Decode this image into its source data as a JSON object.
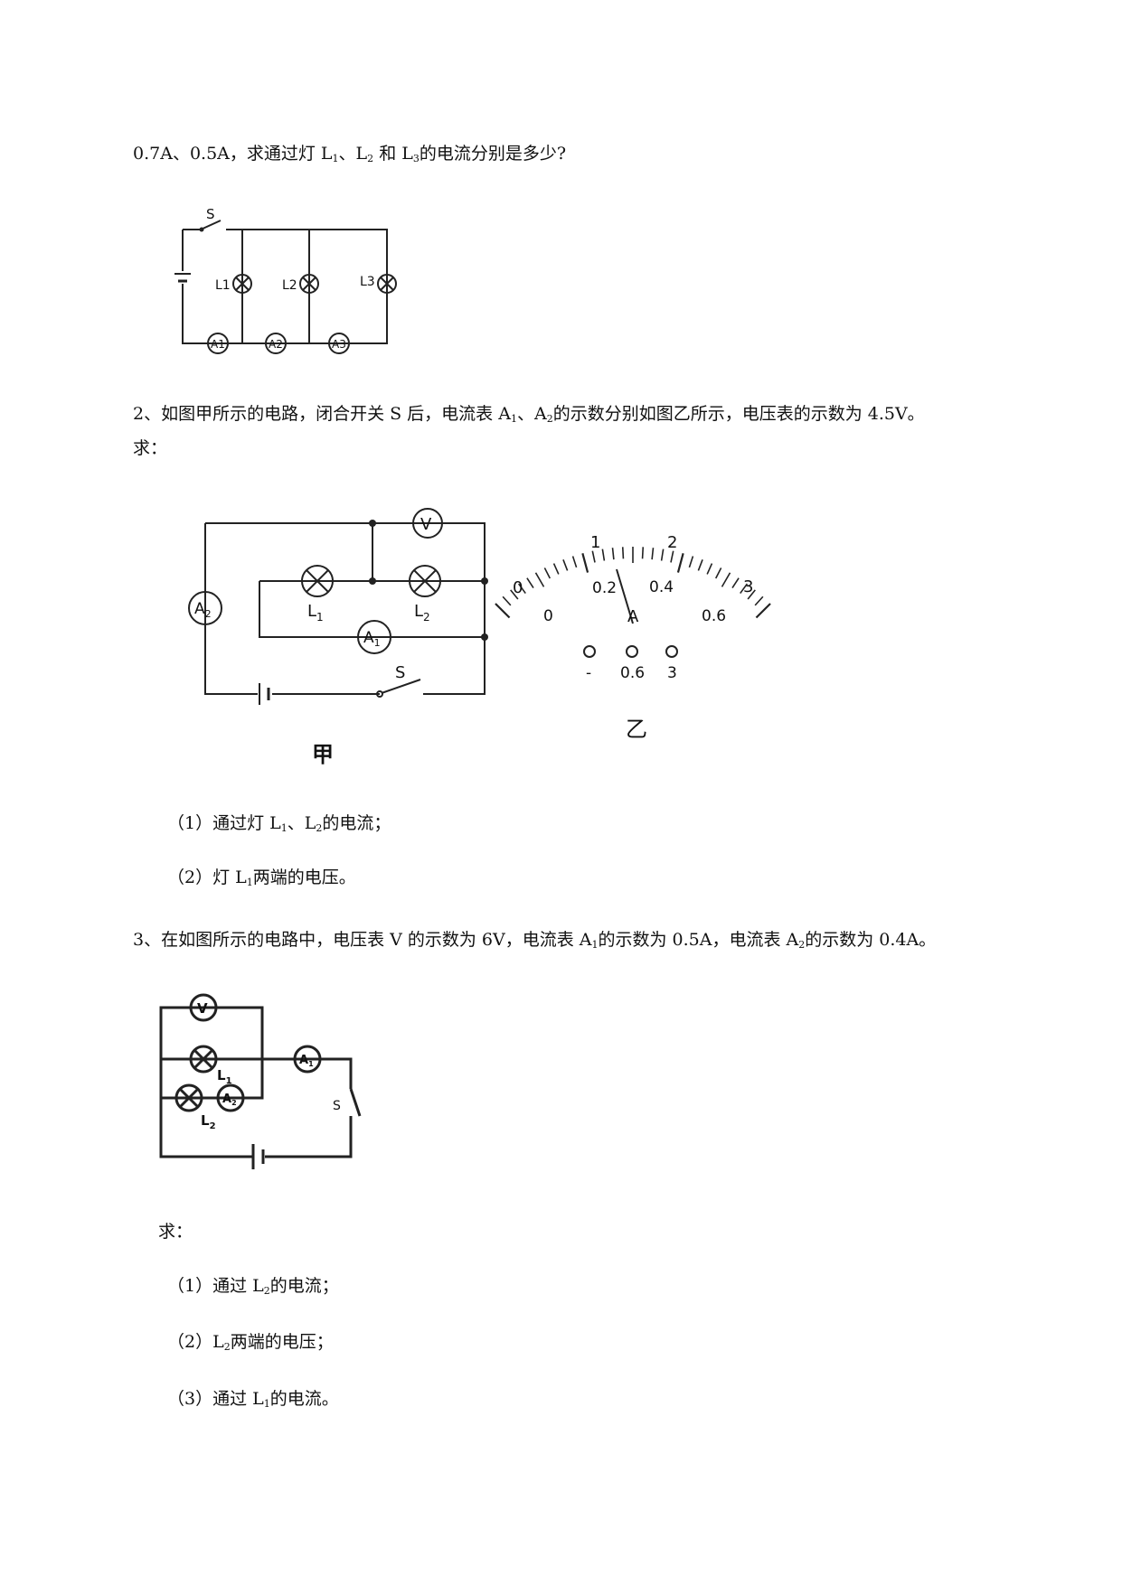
{
  "q1": {
    "tail_text_a": "0.7A、0.5A，求通过灯 L",
    "sep1": "、L",
    "sep2": " 和 L",
    "tail_text_b": "的电流分别是多少?",
    "sub1": "1",
    "sub2": "2",
    "sub3": "3",
    "fig": {
      "switch": "S",
      "lamps": [
        "L1",
        "L2",
        "L3"
      ],
      "ammeters": [
        "A1",
        "A2",
        "A3"
      ]
    }
  },
  "q2": {
    "text_a": "2、如图甲所示的电路，闭合开关 S 后，电流表 A",
    "sep": "、A",
    "text_b": "的示数分别如图乙所示，电压表的示数为 4.5V。",
    "text_c": "求：",
    "sub1": "1",
    "sub2": "2",
    "fig_jia": {
      "caption": "甲",
      "voltmeter": "V",
      "lamps": [
        "L",
        "L"
      ],
      "lamp_subs": [
        "1",
        "2"
      ],
      "ammeters": [
        "A",
        "A"
      ],
      "ammeter_subs": [
        "2",
        "1"
      ],
      "switch": "S"
    },
    "fig_yi": {
      "caption": "乙",
      "outer_scale": [
        "0",
        "1",
        "2",
        "3"
      ],
      "inner_scale": [
        "0",
        "0.2",
        "0.4",
        "0.6"
      ],
      "unit": "A",
      "terminals": [
        "-",
        "0.6",
        "3"
      ]
    },
    "sub_q1_a": "（1）通过灯 L",
    "sub_q1_sep": "、L",
    "sub_q1_b": "的电流；",
    "sub_q2_a": "（2）灯 L",
    "sub_q2_b": "两端的电压。"
  },
  "q3": {
    "text_a": "3、在如图所示的电路中，电压表 V 的示数为 6V，电流表 A",
    "text_b": "的示数为 0.5A，电流表 A",
    "text_c": "的示数为 0.4A。",
    "sub1": "1",
    "sub2": "2",
    "fig": {
      "voltmeter": "V",
      "lamps": [
        "L",
        "L"
      ],
      "lamp_subs": [
        "1",
        "2"
      ],
      "ammeters": [
        "A",
        "A"
      ],
      "ammeter_subs": [
        "1",
        "2"
      ],
      "switch": "S"
    },
    "ask": "求：",
    "sub_q1_a": "（1）通过 L",
    "sub_q1_b": "的电流；",
    "sub_q2_a": "（2）L",
    "sub_q2_b": "两端的电压；",
    "sub_q3_a": "（3）通过 L",
    "sub_q3_b": "的电流。"
  }
}
